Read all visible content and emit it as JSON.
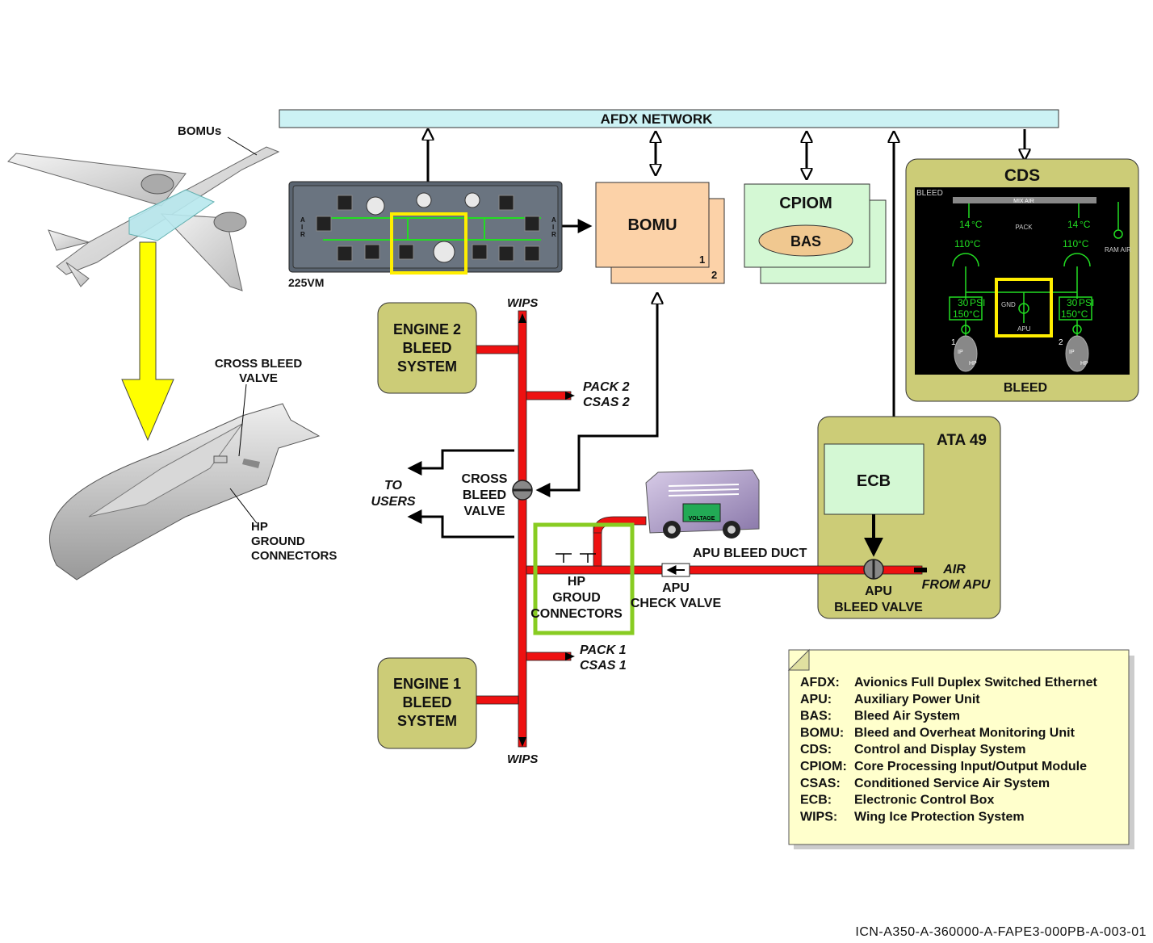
{
  "network": {
    "label": "AFDX NETWORK"
  },
  "aircraft": {
    "bomus_label": "BOMUs"
  },
  "overhead_panel": {
    "label": "225VM",
    "side_label": "AIR"
  },
  "bomu": {
    "label": "BOMU",
    "unit1": "1",
    "unit2": "2"
  },
  "cpiom": {
    "label": "CPIOM",
    "bas": "BAS"
  },
  "cds": {
    "title": "CDS",
    "page_label": "BLEED",
    "footer": "BLEED",
    "mix_air": "MIX AIR",
    "pack": "PACK",
    "left_temp": "14",
    "right_temp": "14",
    "left_temp2": "110",
    "right_temp2": "110",
    "temp_unit": "°C",
    "ram_air": "RAM AIR",
    "gnd": "GND",
    "apu": "APU",
    "left_psi": "30",
    "right_psi": "30",
    "psi_unit": "PSI",
    "left_c": "150",
    "right_c": "150",
    "eng1": "1",
    "eng2": "2",
    "hp": "HP",
    "ip": "IP"
  },
  "engine2": {
    "label_l1": "ENGINE 2",
    "label_l2": "BLEED",
    "label_l3": "SYSTEM"
  },
  "engine1": {
    "label_l1": "ENGINE 1",
    "label_l2": "BLEED",
    "label_l3": "SYSTEM"
  },
  "wips_top": "WIPS",
  "wips_bottom": "WIPS",
  "pack2": {
    "l1": "PACK 2",
    "l2": "CSAS 2"
  },
  "pack1": {
    "l1": "PACK 1",
    "l2": "CSAS 1"
  },
  "to_users": {
    "l1": "TO",
    "l2": "USERS"
  },
  "cross_bleed": {
    "l1": "CROSS",
    "l2": "BLEED",
    "l3": "VALVE"
  },
  "cross_bleed_left": {
    "l1": "CROSS BLEED",
    "l2": "VALVE"
  },
  "hp_ground_left": {
    "l1": "HP",
    "l2": "GROUND",
    "l3": "CONNECTORS"
  },
  "hp_ground": {
    "l1": "HP",
    "l2": "GROUD",
    "l3": "CONNECTORS"
  },
  "cart": {
    "label": "VOLTAGE"
  },
  "apu_bleed_duct": "APU BLEED DUCT",
  "apu_check_valve": {
    "l1": "APU",
    "l2": "CHECK VALVE"
  },
  "ata49": {
    "label": "ATA 49",
    "ecb": "ECB"
  },
  "apu_bleed_valve": {
    "l1": "APU",
    "l2": "BLEED VALVE"
  },
  "air_from_apu": {
    "l1": "AIR",
    "l2": "FROM APU"
  },
  "legend": [
    {
      "abbr": "AFDX:",
      "text": "Avionics Full Duplex Switched Ethernet"
    },
    {
      "abbr": "APU:",
      "text": "Auxiliary Power Unit"
    },
    {
      "abbr": "BAS:",
      "text": "Bleed Air System"
    },
    {
      "abbr": "BOMU:",
      "text": "Bleed and Overheat Monitoring Unit"
    },
    {
      "abbr": "CDS:",
      "text": "Control and Display System"
    },
    {
      "abbr": "CPIOM:",
      "text": "Core Processing Input/Output Module"
    },
    {
      "abbr": "CSAS:",
      "text": "Conditioned Service Air System"
    },
    {
      "abbr": "ECB:",
      "text": "Electronic Control Box"
    },
    {
      "abbr": "WIPS:",
      "text": "Wing Ice Protection System"
    }
  ],
  "footer_ref": "ICN-A350-A-360000-A-FAPE3-000PB-A-003-01",
  "colors": {
    "duct": "#ee1111",
    "highlight_yellow": "#ffee00",
    "highlight_green": "#88cc22",
    "box_olive": "#cccc77"
  }
}
